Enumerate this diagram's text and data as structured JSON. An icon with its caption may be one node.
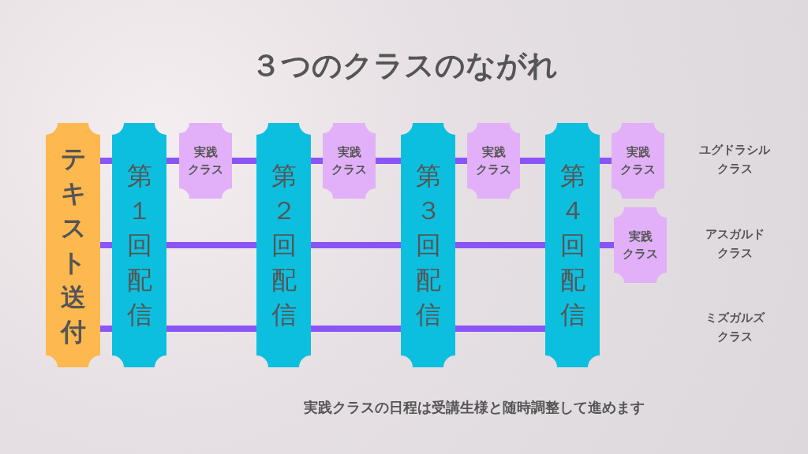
{
  "diagram": {
    "title": "３つのクラスのながれ",
    "nodes": [
      {
        "text": [
          "テキスト送付"
        ]
      },
      {
        "text": [
          "第１回配信"
        ]
      },
      {
        "text": [
          "実践クラス"
        ]
      },
      {
        "text": [
          "第２回配信"
        ]
      },
      {
        "text": [
          "実践クラス"
        ]
      },
      {
        "text": [
          "第３回配信"
        ]
      },
      {
        "text": [
          "実践クラス"
        ]
      },
      {
        "text": [
          "第４回配信"
        ]
      },
      {
        "text": [
          "実践クラス"
        ]
      },
      {
        "text": [
          "実践クラス"
        ]
      }
    ],
    "edges": [
      {
        "from": 0,
        "to": 1,
        "arrow": "none"
      },
      {
        "from": 1,
        "to": 2,
        "arrow": "none"
      },
      {
        "from": 2,
        "to": 3,
        "arrow": "none"
      },
      {
        "from": 3,
        "to": 4,
        "arrow": "none"
      },
      {
        "from": 4,
        "to": 5,
        "arrow": "none"
      },
      {
        "from": 5,
        "to": 6,
        "arrow": "none"
      },
      {
        "from": 6,
        "to": 7,
        "arrow": "none"
      },
      {
        "from": 7,
        "to": 8,
        "arrow": "none"
      },
      {
        "from": 0,
        "to": 1,
        "arrow": "none"
      },
      {
        "from": 1,
        "to": 3,
        "arrow": "none"
      },
      {
        "from": 3,
        "to": 5,
        "arrow": "none"
      },
      {
        "from": 5,
        "to": 7,
        "arrow": "none"
      },
      {
        "from": 7,
        "to": 9,
        "arrow": "none"
      },
      {
        "from": 0,
        "to": 1,
        "arrow": "none"
      },
      {
        "from": 1,
        "to": 3,
        "arrow": "none"
      },
      {
        "from": 3,
        "to": 5,
        "arrow": "none"
      },
      {
        "from": 5,
        "to": 7,
        "arrow": "none"
      }
    ],
    "labels": [
      "ユグドラシルクラス",
      "アスガルドクラス",
      "ミズガルズクラス",
      "実践クラスの日程は受講生様と随時調整して進めます"
    ]
  }
}
